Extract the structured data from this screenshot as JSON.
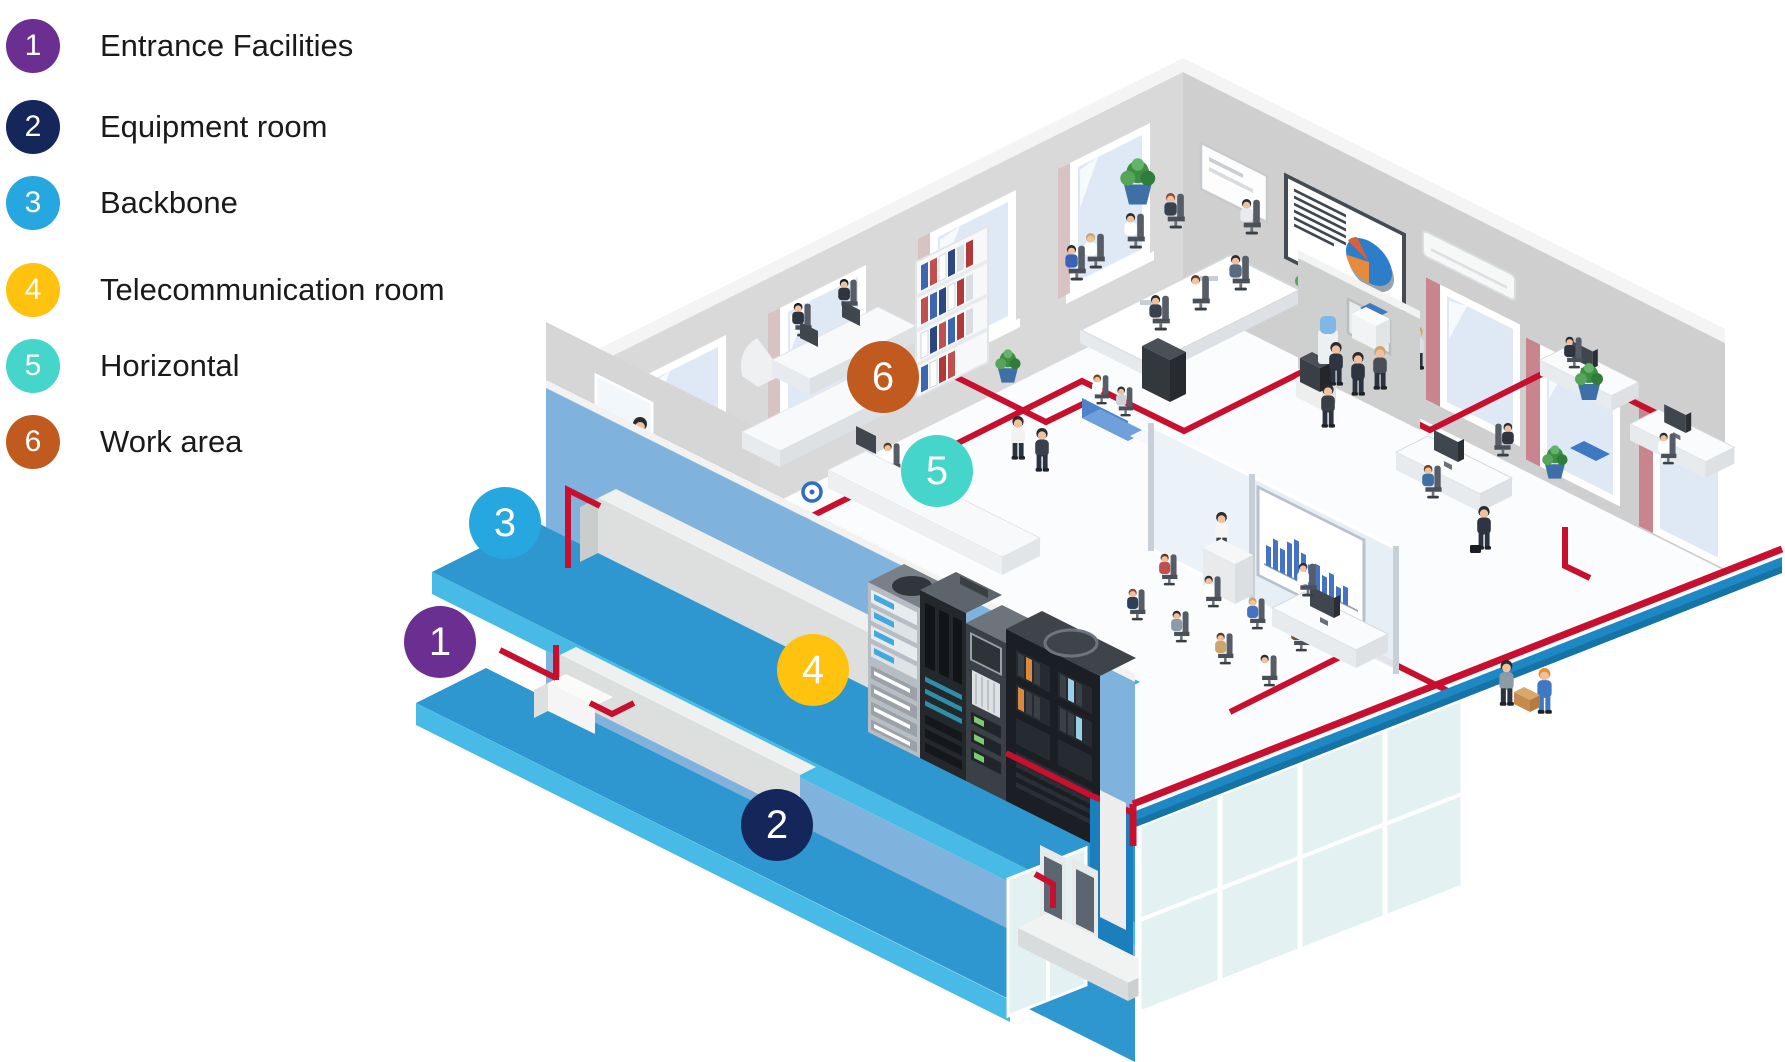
{
  "legend": {
    "items": [
      {
        "number": "1",
        "label": "Entrance Facilities",
        "color": "#6B2E91"
      },
      {
        "number": "2",
        "label": "Equipment room",
        "color": "#14265A"
      },
      {
        "number": "3",
        "label": "Backbone",
        "color": "#27A7E0"
      },
      {
        "number": "4",
        "label": "Telecommunication room",
        "color": "#FFC20E"
      },
      {
        "number": "5",
        "label": "Horizontal",
        "color": "#45D5CB"
      },
      {
        "number": "6",
        "label": "Work area",
        "color": "#C05A1E"
      }
    ]
  },
  "badges": {
    "items": [
      {
        "number": "1",
        "label": "Entrance Facilities",
        "color": "#6B2E91"
      },
      {
        "number": "2",
        "label": "Equipment room",
        "color": "#14265A"
      },
      {
        "number": "3",
        "label": "Backbone",
        "color": "#27A7E0"
      },
      {
        "number": "4",
        "label": "Telecommunication room",
        "color": "#FFC20E"
      },
      {
        "number": "5",
        "label": "Horizontal",
        "color": "#45D5CB"
      },
      {
        "number": "6",
        "label": "Work area",
        "color": "#C05A1E"
      }
    ]
  },
  "colors": {
    "cable_red": "#C8102E",
    "cutaway_wall_blue": "#7FB2DC",
    "floor_slab_blue": "#2E97CF",
    "slab_edge_cyan": "#47BAE5",
    "floor_edge_blue": "#1E88C4",
    "background": "#FFFFFF"
  }
}
